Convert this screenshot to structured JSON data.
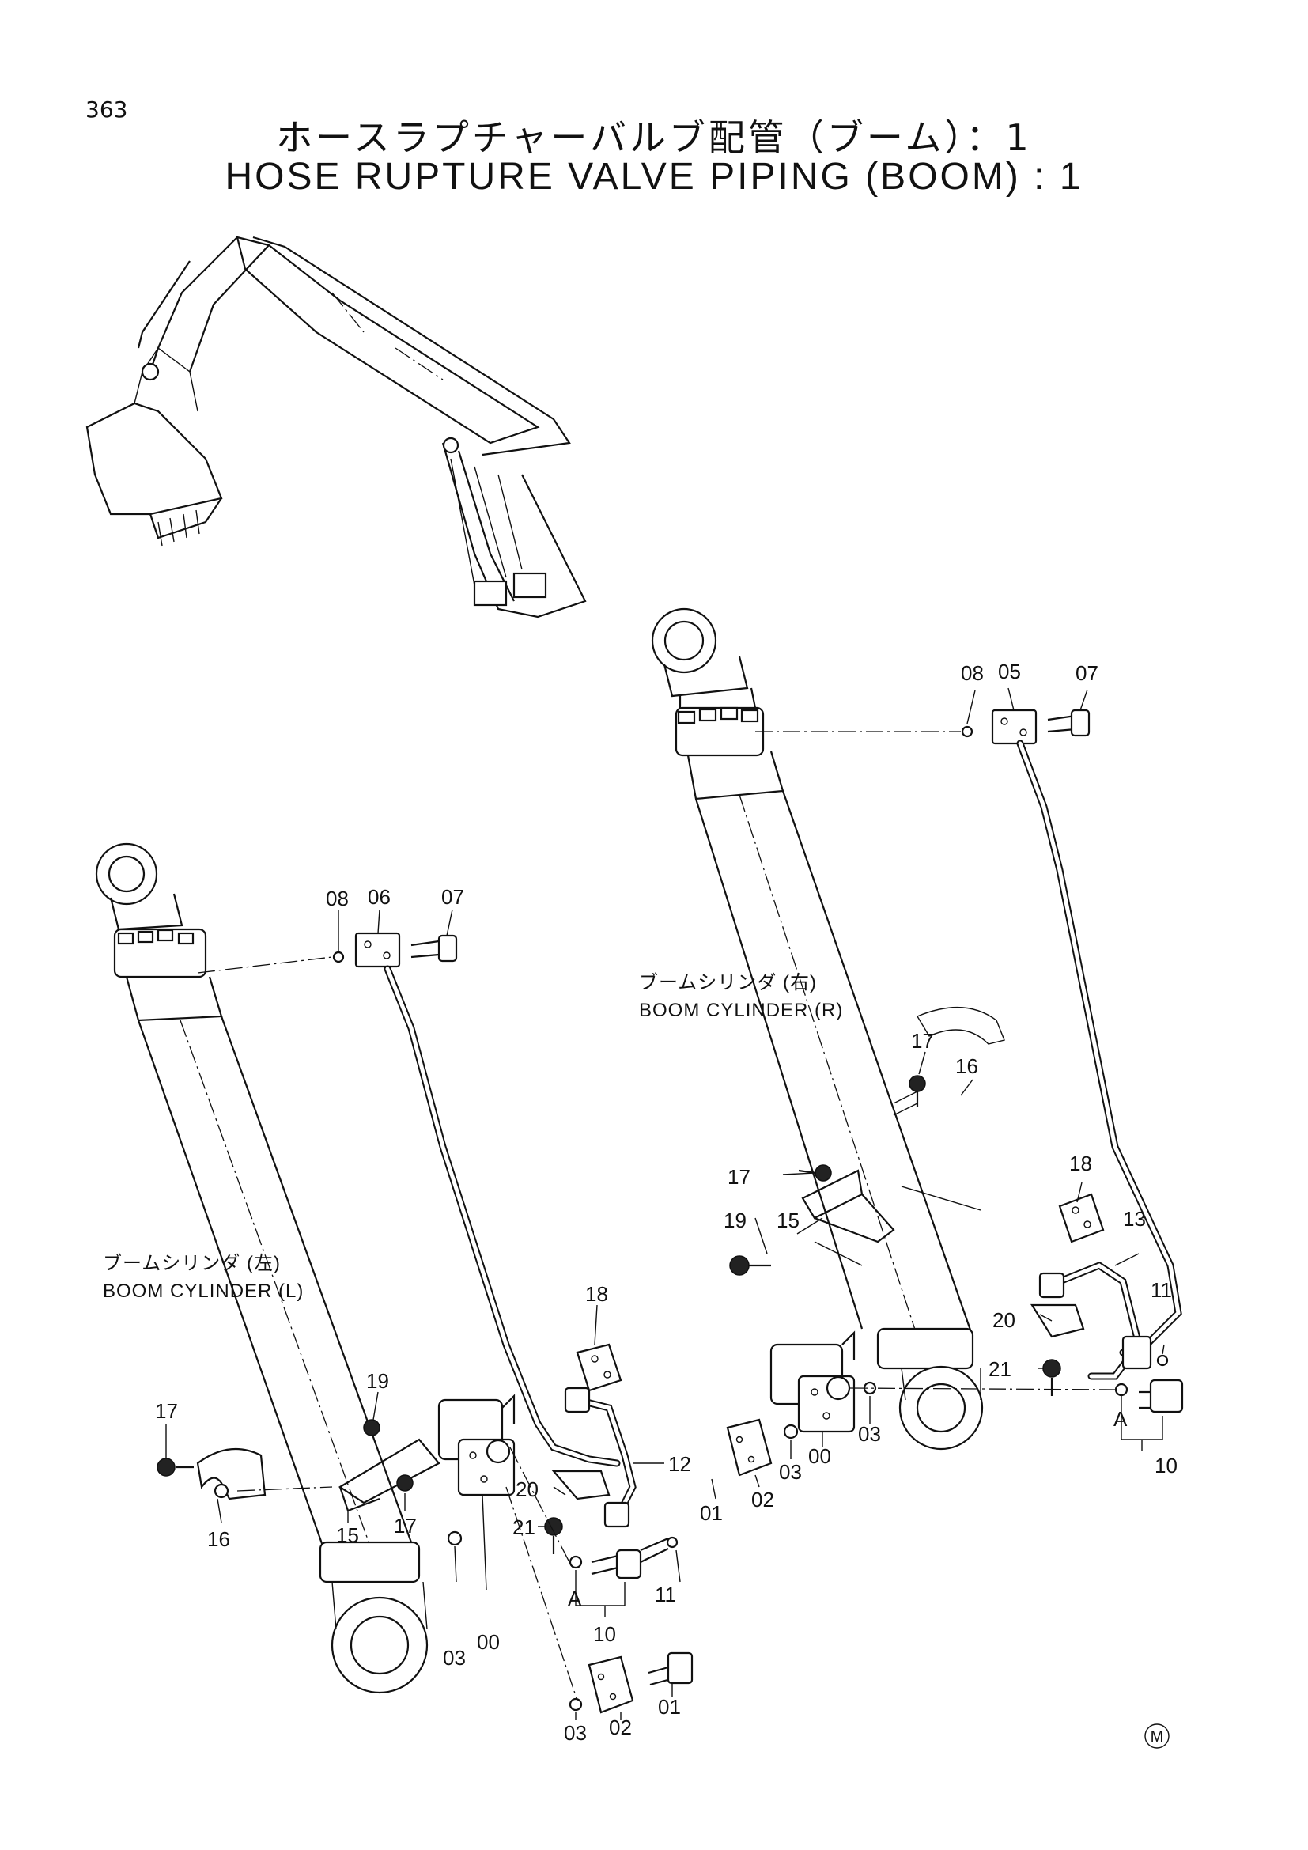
{
  "page_number": "363",
  "title_jp": "ホースラプチャーバルブ配管（ブーム）：1",
  "title_en": "HOSE RUPTURE VALVE PIPING (BOOM) : 1",
  "captions": {
    "boom_cyl_r_jp": "ブームシリンダ (右)",
    "boom_cyl_r_en": "BOOM CYLINDER (R)",
    "boom_cyl_l_jp": "ブームシリンダ (左)",
    "boom_cyl_l_en": "BOOM CYLINDER (L)"
  },
  "labels": {
    "r_08": "08",
    "r_05": "05",
    "r_07": "07",
    "r_17a": "17",
    "r_16": "16",
    "r_17b": "17",
    "r_18": "18",
    "r_13": "13",
    "r_19": "19",
    "r_15": "15",
    "r_11": "11",
    "r_20": "20",
    "r_21": "21",
    "r_03a": "03",
    "r_00": "00",
    "r_03b": "03",
    "r_02": "02",
    "r_01": "01",
    "r_A": "A",
    "r_10": "10",
    "l_08": "08",
    "l_06": "06",
    "l_07": "07",
    "l_18": "18",
    "l_19": "19",
    "l_17a": "17",
    "l_16": "16",
    "l_15": "15",
    "l_17b": "17",
    "l_12": "12",
    "l_20": "20",
    "l_21": "21",
    "l_11": "11",
    "l_A": "A",
    "l_10": "10",
    "l_03a": "03",
    "l_00": "00",
    "l_03b": "03",
    "l_02": "02",
    "l_01": "01"
  },
  "mark": "M"
}
